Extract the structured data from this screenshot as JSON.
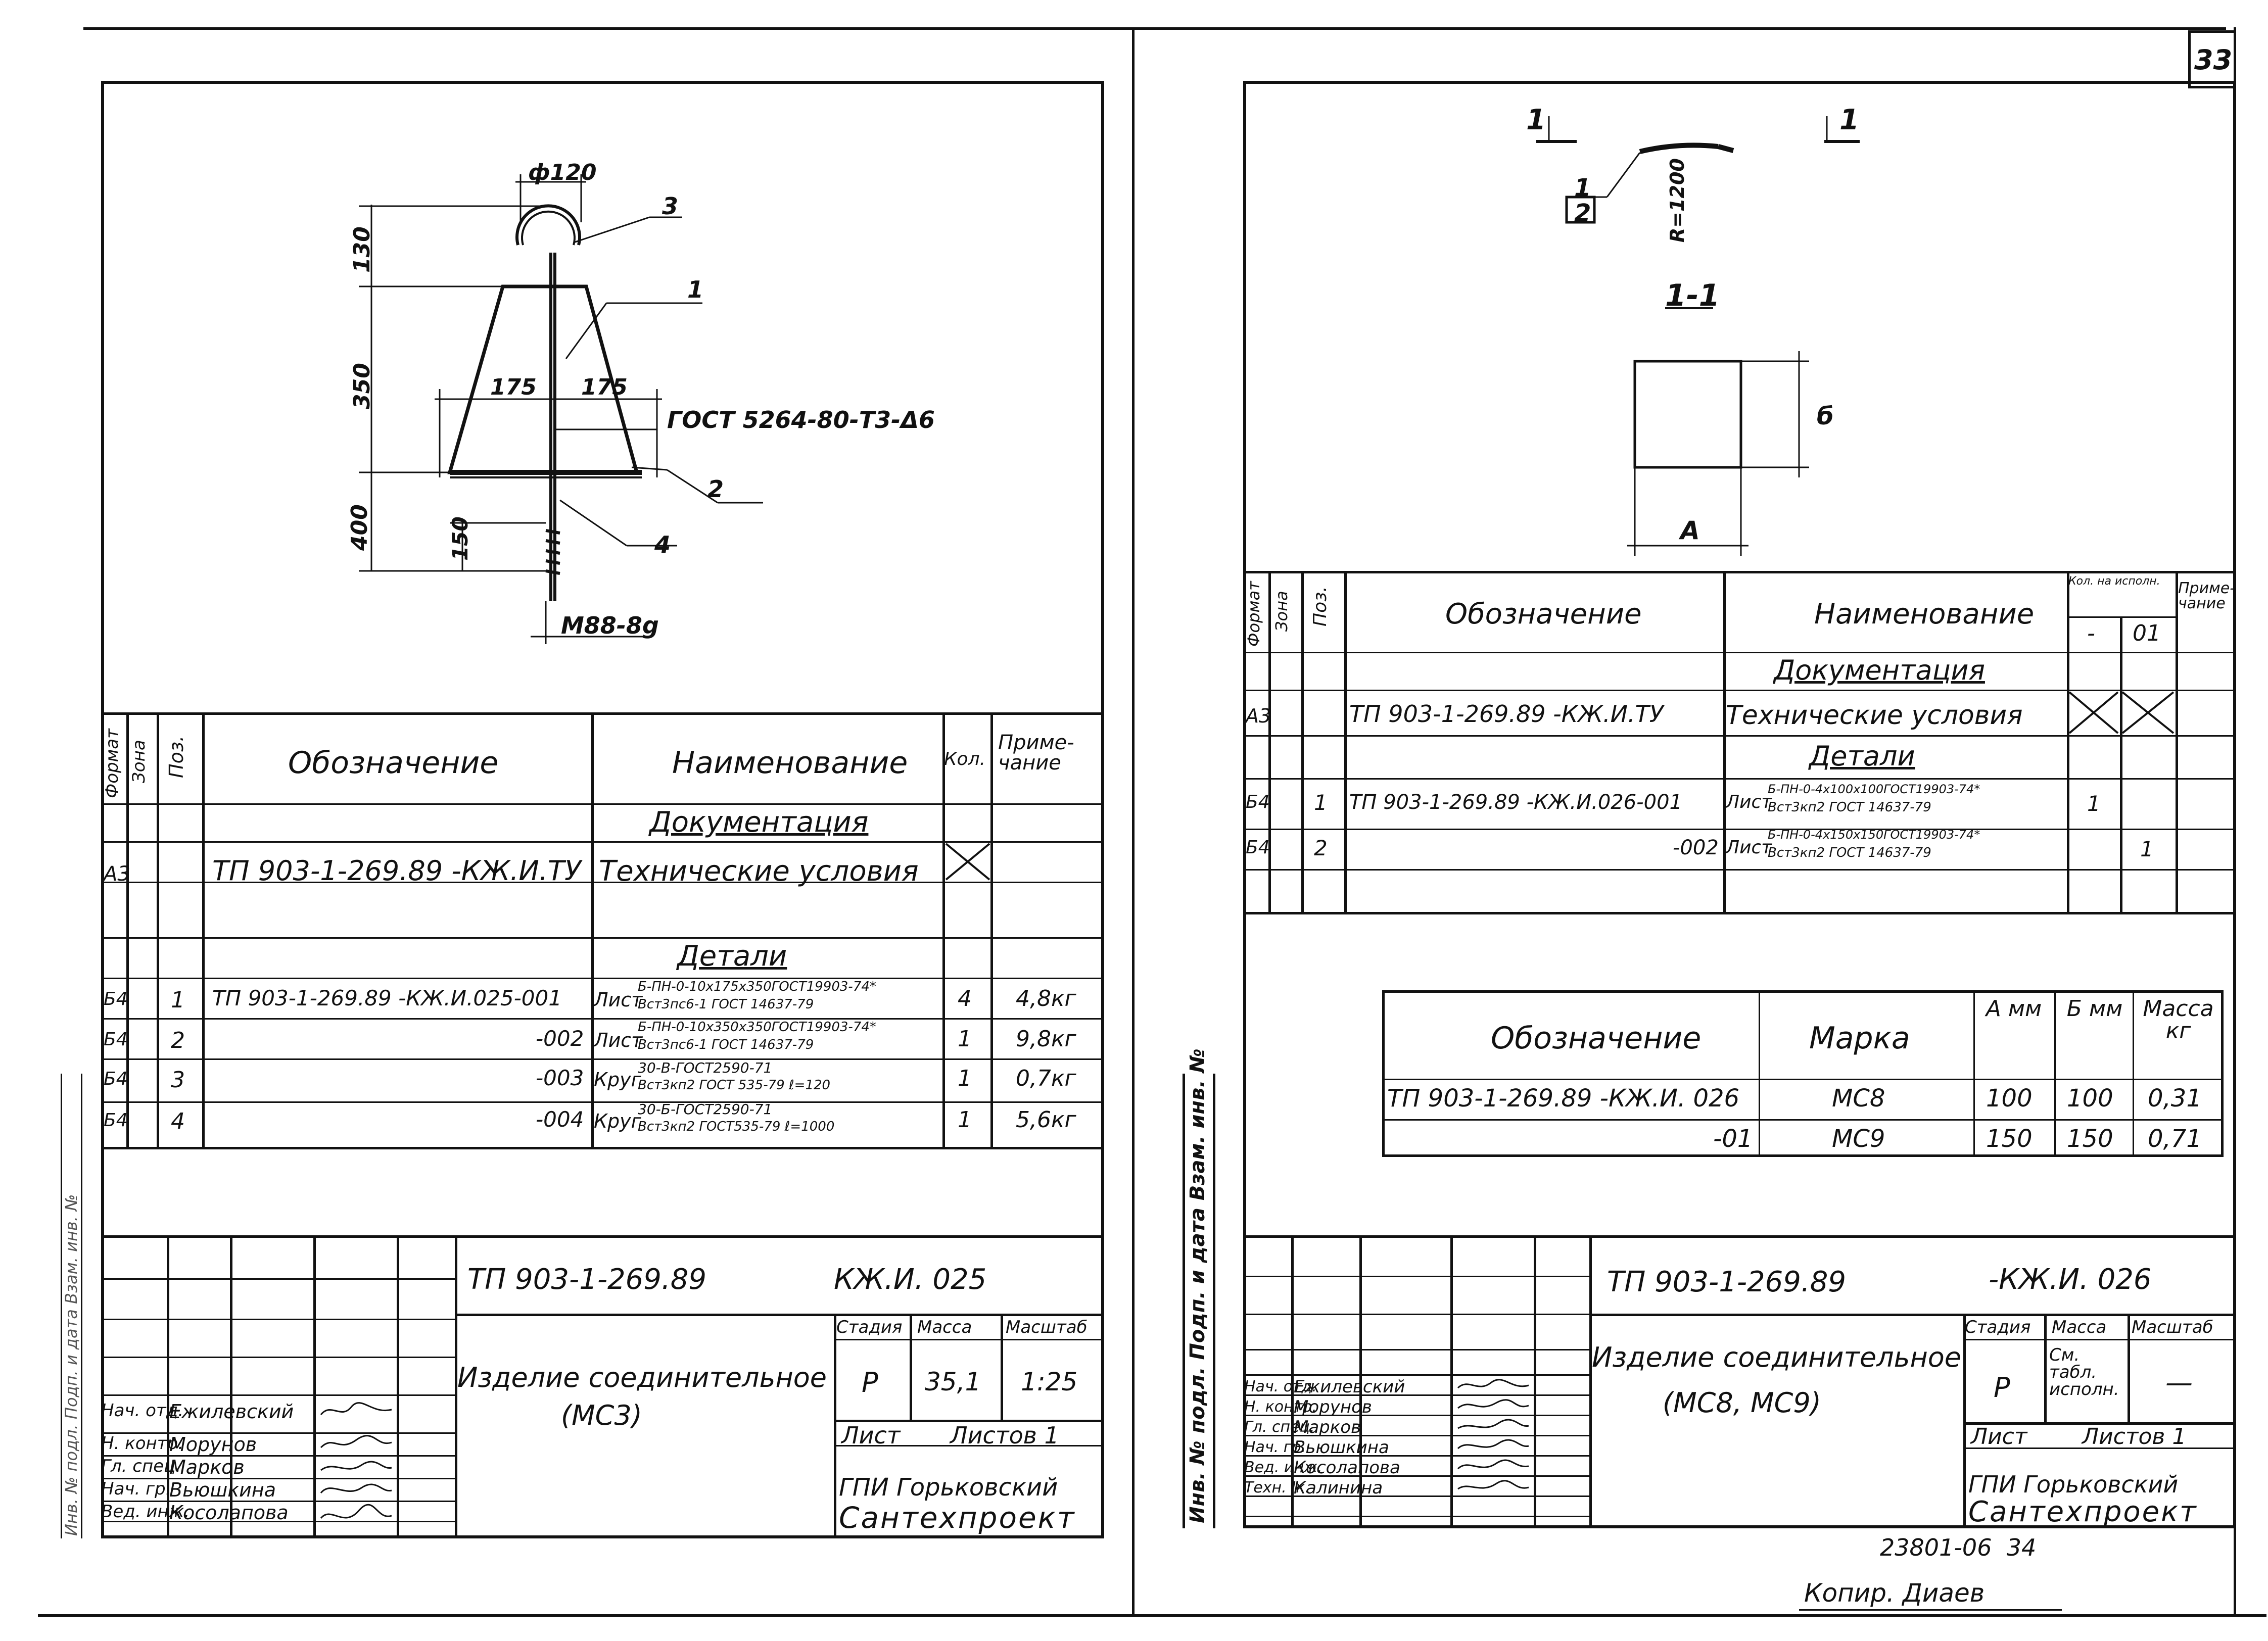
{
  "page_number": "33",
  "bottom_stamp": "23801-06  34",
  "copy_label": "Копир. Диаев",
  "left_sheet": {
    "drawing": {
      "diam_label": "ф120",
      "dim_130": "130",
      "dim_350": "350",
      "dim_400": "400",
      "dim_175_a": "175",
      "dim_175_b": "175",
      "dim_150": "150",
      "weld_note": "ГОСТ 5264-80-Т3-Δ6",
      "pos1": "1",
      "pos2": "2",
      "pos3": "3",
      "pos4": "4",
      "thread": "М88-8g"
    },
    "spec": {
      "headers": {
        "format": "Формат",
        "zone": "Зона",
        "pos": "Поз.",
        "designation": "Обозначение",
        "name": "Наименование",
        "qty": "Кол.",
        "note": "Приме-чание"
      },
      "section_doc": "Документация",
      "section_parts": "Детали",
      "doc_row": {
        "format": "А3",
        "designation": "ТП 903-1-269.89 -КЖ.И.ТУ",
        "name": "Технические условия"
      },
      "rows": [
        {
          "format": "Б4",
          "pos": "1",
          "designation": "ТП 903-1-269.89 -КЖ.И.025-001",
          "name_pre": "Лист",
          "name_top": "Б-ПН-0-10х175х350ГОСТ19903-74*",
          "name_bot": "Вст3пс6-1 ГОСТ 14637-79",
          "qty": "4",
          "note": "4,8кг"
        },
        {
          "format": "Б4",
          "pos": "2",
          "designation": "-002",
          "name_pre": "Лист",
          "name_top": "Б-ПН-0-10х350х350ГОСТ19903-74*",
          "name_bot": "Вст3пс6-1 ГОСТ 14637-79",
          "qty": "1",
          "note": "9,8кг"
        },
        {
          "format": "Б4",
          "pos": "3",
          "designation": "-003",
          "name_pre": "Круг",
          "name_top": "30-В-ГОСТ2590-71",
          "name_bot": "Вст3кп2 ГОСТ 535-79 ℓ=120",
          "qty": "1",
          "note": "0,7кг"
        },
        {
          "format": "Б4",
          "pos": "4",
          "designation": "-004",
          "name_pre": "Круг",
          "name_top": "30-Б-ГОСТ2590-71",
          "name_bot": "Вст3кп2 ГОСТ535-79 ℓ=1000",
          "qty": "1",
          "note": "5,6кг"
        }
      ]
    },
    "title_block": {
      "doc_number": "ТП 903-1-269.89",
      "doc_code": "КЖ.И. 025",
      "item_name": "Изделие соединительное",
      "item_mark": "(МС3)",
      "stage_label": "Стадия",
      "mass_label": "Масса",
      "scale_label": "Масштаб",
      "stage": "Р",
      "mass": "35,1",
      "scale": "1:25",
      "sheet_label": "Лист",
      "sheets_label": "Листов 1",
      "org_1": "ГПИ Горьковский",
      "org_2": "Сантехпроект",
      "people": [
        {
          "role": "Нач. отд.",
          "name": "Ежилевский"
        },
        {
          "role": "Н. контр.",
          "name": "Морунов"
        },
        {
          "role": "Гл. спец.",
          "name": "Марков"
        },
        {
          "role": "Нач. гр.",
          "name": "Вьюшкина"
        },
        {
          "role": "Вед. инж.",
          "name": "Косолапова"
        }
      ]
    },
    "side_stamp": "Инв. № подл.  Подп. и дата  Взам. инв. №"
  },
  "right_sheet": {
    "drawing": {
      "section_mark_left": "1",
      "section_mark_right": "1",
      "leader_num": "1",
      "leader_den": "2",
      "radius": "R=1200",
      "section_title": "1-1",
      "dim_b": "б",
      "dim_a": "А"
    },
    "spec": {
      "headers": {
        "format": "Формат",
        "zone": "Зона",
        "pos": "Поз.",
        "designation": "Обозначение",
        "name": "Наименование",
        "qty_top": "Кол. на исполн.",
        "qty_a": "-",
        "qty_b": "01",
        "note": "Приме-чание"
      },
      "section_doc": "Документация",
      "section_parts": "Детали",
      "doc_row": {
        "format": "А3",
        "designation": "ТП 903-1-269.89 -КЖ.И.ТУ",
        "name": "Технические условия"
      },
      "rows": [
        {
          "format": "Б4",
          "pos": "1",
          "designation": "ТП 903-1-269.89 -КЖ.И.026-001",
          "name_pre": "Лист",
          "name_top": "Б-ПН-0-4х100х100ГОСТ19903-74*",
          "name_bot": "Вст3кп2 ГОСТ 14637-79",
          "qty_a": "1",
          "qty_b": ""
        },
        {
          "format": "Б4",
          "pos": "2",
          "designation": "-002",
          "name_pre": "Лист",
          "name_top": "Б-ПН-0-4х150х150ГОСТ19903-74*",
          "name_bot": "Вст3кп2 ГОСТ 14637-79",
          "qty_a": "",
          "qty_b": "1"
        }
      ]
    },
    "marks_table": {
      "headers": {
        "designation": "Обозначение",
        "mark": "Марка",
        "a": "А мм",
        "b": "Б мм",
        "mass": "Масса кг"
      },
      "rows": [
        {
          "designation": "ТП 903-1-269.89 -КЖ.И. 026",
          "mark": "МС8",
          "a": "100",
          "b": "100",
          "mass": "0,31"
        },
        {
          "designation": "-01",
          "mark": "МС9",
          "a": "150",
          "b": "150",
          "mass": "0,71"
        }
      ]
    },
    "title_block": {
      "doc_number": "ТП 903-1-269.89",
      "doc_code": "-КЖ.И. 026",
      "item_name": "Изделие соединительное",
      "item_mark": "(МС8, МС9)",
      "stage_label": "Стадия",
      "mass_label": "Масса",
      "scale_label": "Масштаб",
      "stage": "Р",
      "mass": "См. табл. исполн.",
      "scale": "—",
      "sheet_label": "Лист",
      "sheets_label": "Листов 1",
      "org_1": "ГПИ Горьковский",
      "org_2": "Сантехпроект",
      "people": [
        {
          "role": "Нач. отд.",
          "name": "Ежилевский"
        },
        {
          "role": "Н. контр.",
          "name": "Морунов"
        },
        {
          "role": "Гл. спец.",
          "name": "Марков"
        },
        {
          "role": "Нач. гр.",
          "name": "Вьюшкина"
        },
        {
          "role": "Вед. инж.",
          "name": "Косолапова"
        },
        {
          "role": "Техн. Iк.",
          "name": "Калинина"
        }
      ]
    },
    "side_stamp": "Инв. № подл.  Подп. и дата  Взам. инв. №"
  }
}
